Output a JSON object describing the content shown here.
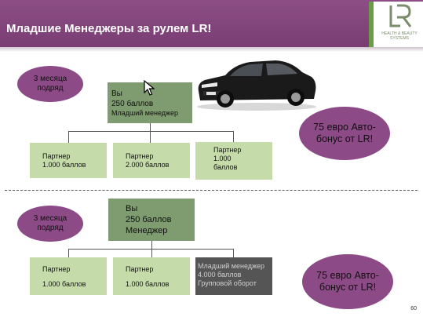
{
  "slide": {
    "title": "Младшие Менеджеры за рулем LR!",
    "page_number": "60"
  },
  "logo": {
    "mark": "LR",
    "tagline": "HEALTH & BEAUTY SYSTEMS"
  },
  "section1": {
    "oval_label": "3 месяца подряд",
    "you_box": {
      "line1": "Вы",
      "line2": "250 баллов",
      "line3": "Младший менеджер"
    },
    "partners": [
      {
        "line1": "Партнер",
        "line2": "1.000 баллов"
      },
      {
        "line1": "Партнер",
        "line2": "2.000 баллов"
      },
      {
        "line1": "Партнер",
        "line2": "1.000",
        "line3": "баллов"
      }
    ],
    "bonus": "75 евро Авто-бонус от LR!"
  },
  "section2": {
    "oval_label": "3 месяца подряд",
    "you_box": {
      "line1": "Вы",
      "line2": "250 баллов",
      "line3": "Менеджер"
    },
    "partners": [
      {
        "line1": "Партнер",
        "line2": "1.000 баллов"
      },
      {
        "line1": "Партнер",
        "line2": "1.000 баллов"
      }
    ],
    "junior_manager": {
      "line1": "Младший менеджер",
      "line2": "4.000 баллов",
      "line3": "Групповой оборот"
    },
    "bonus": "75 евро Авто-бонус от LR!"
  },
  "colors": {
    "header": "#8c4e84",
    "oval": "#8c4a86",
    "box_dark": "#7f9b70",
    "box_light": "#c5dcaa",
    "box_gray": "#555555",
    "logo_accent": "#6c9b4a"
  }
}
